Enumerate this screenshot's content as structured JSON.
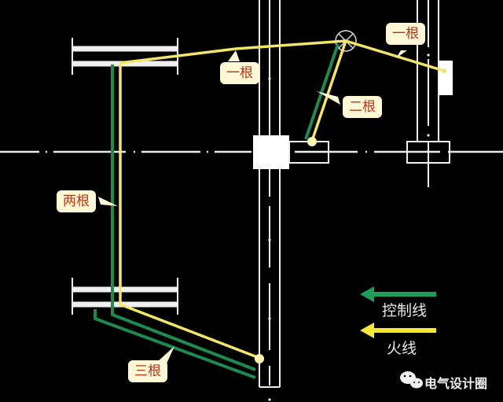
{
  "callouts": {
    "top_left": "一根",
    "top_right": "一根",
    "middle": "二根",
    "left": "两根",
    "bottom": "三根"
  },
  "legend": {
    "items": [
      {
        "label": "控制线",
        "color": "#1e9e5a",
        "meaning": "control line"
      },
      {
        "label": "火线",
        "color": "#f5e63a",
        "meaning": "live line"
      }
    ]
  },
  "watermark": {
    "icon": "wechat-icon",
    "text": "电气设计圈"
  },
  "colors": {
    "background": "#000000",
    "drawing_lines": "#f2f2f2",
    "control_wire": "#1e8a50",
    "live_wire": "#f2e66a",
    "callout_bg": "#fff8d6",
    "callout_text": "#b23a1c"
  }
}
